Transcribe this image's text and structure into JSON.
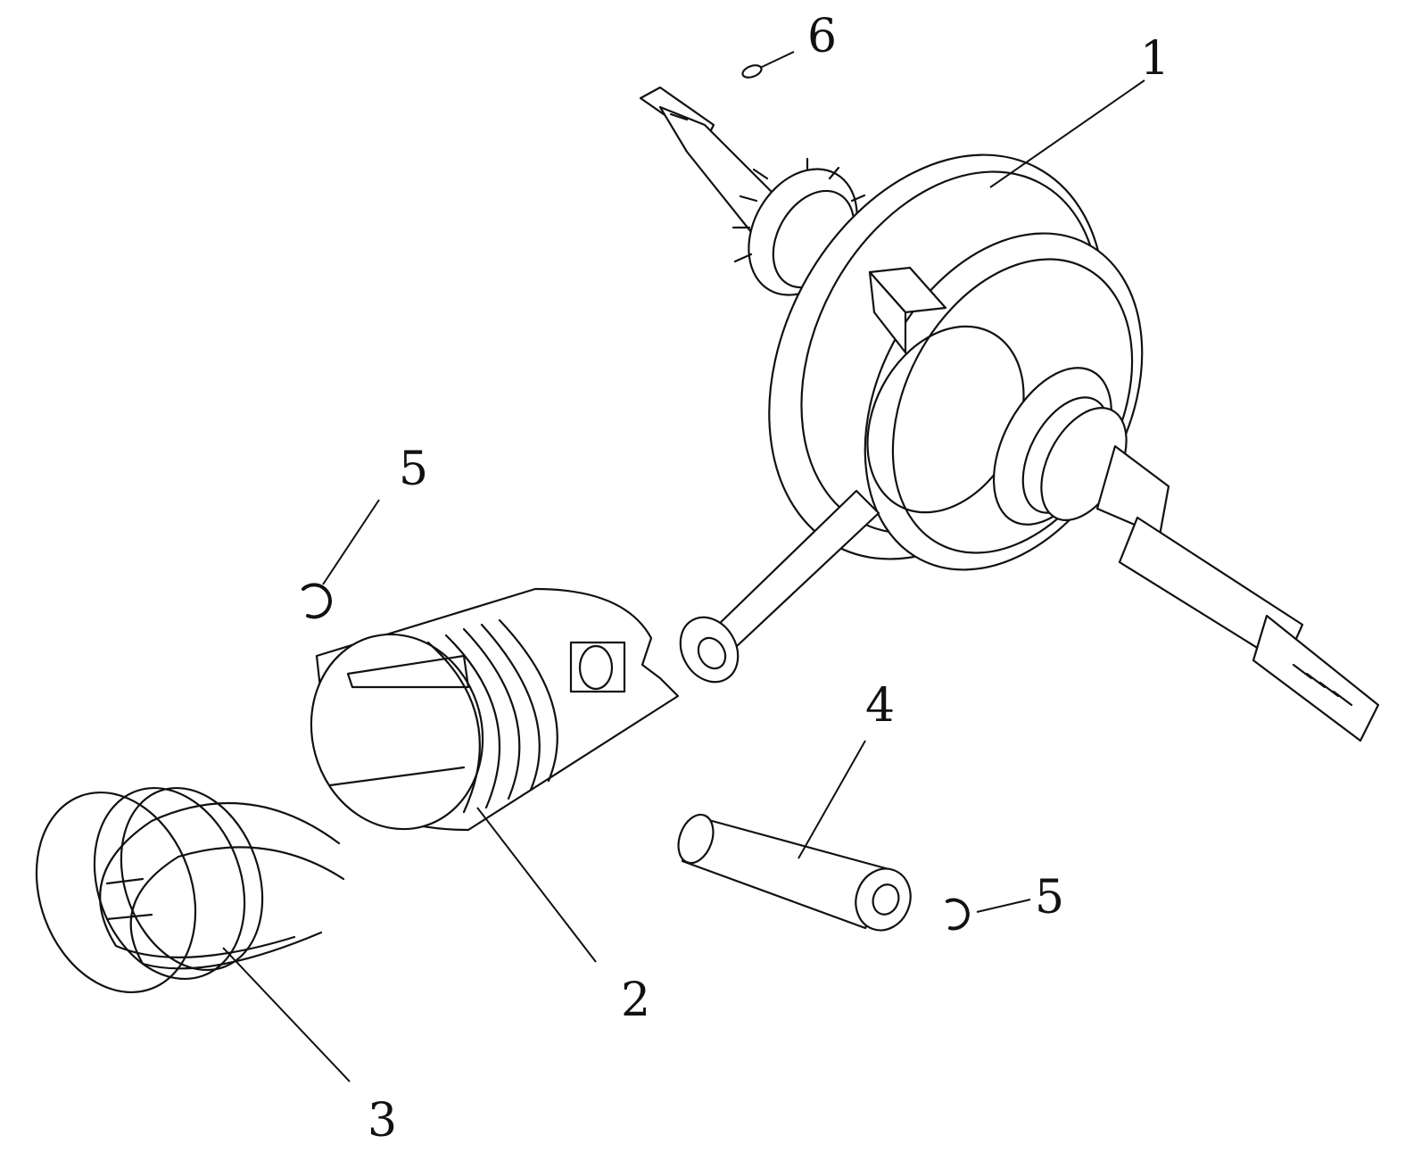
{
  "figure": {
    "parts": [
      {
        "id": "crankshaft",
        "label": "1"
      },
      {
        "id": "piston",
        "label": "2"
      },
      {
        "id": "piston-rings",
        "label": "3"
      },
      {
        "id": "piston-pin",
        "label": "4"
      },
      {
        "id": "circlip-upper",
        "label": "5"
      },
      {
        "id": "circlip-lower",
        "label": "5"
      },
      {
        "id": "key",
        "label": "6"
      }
    ]
  }
}
